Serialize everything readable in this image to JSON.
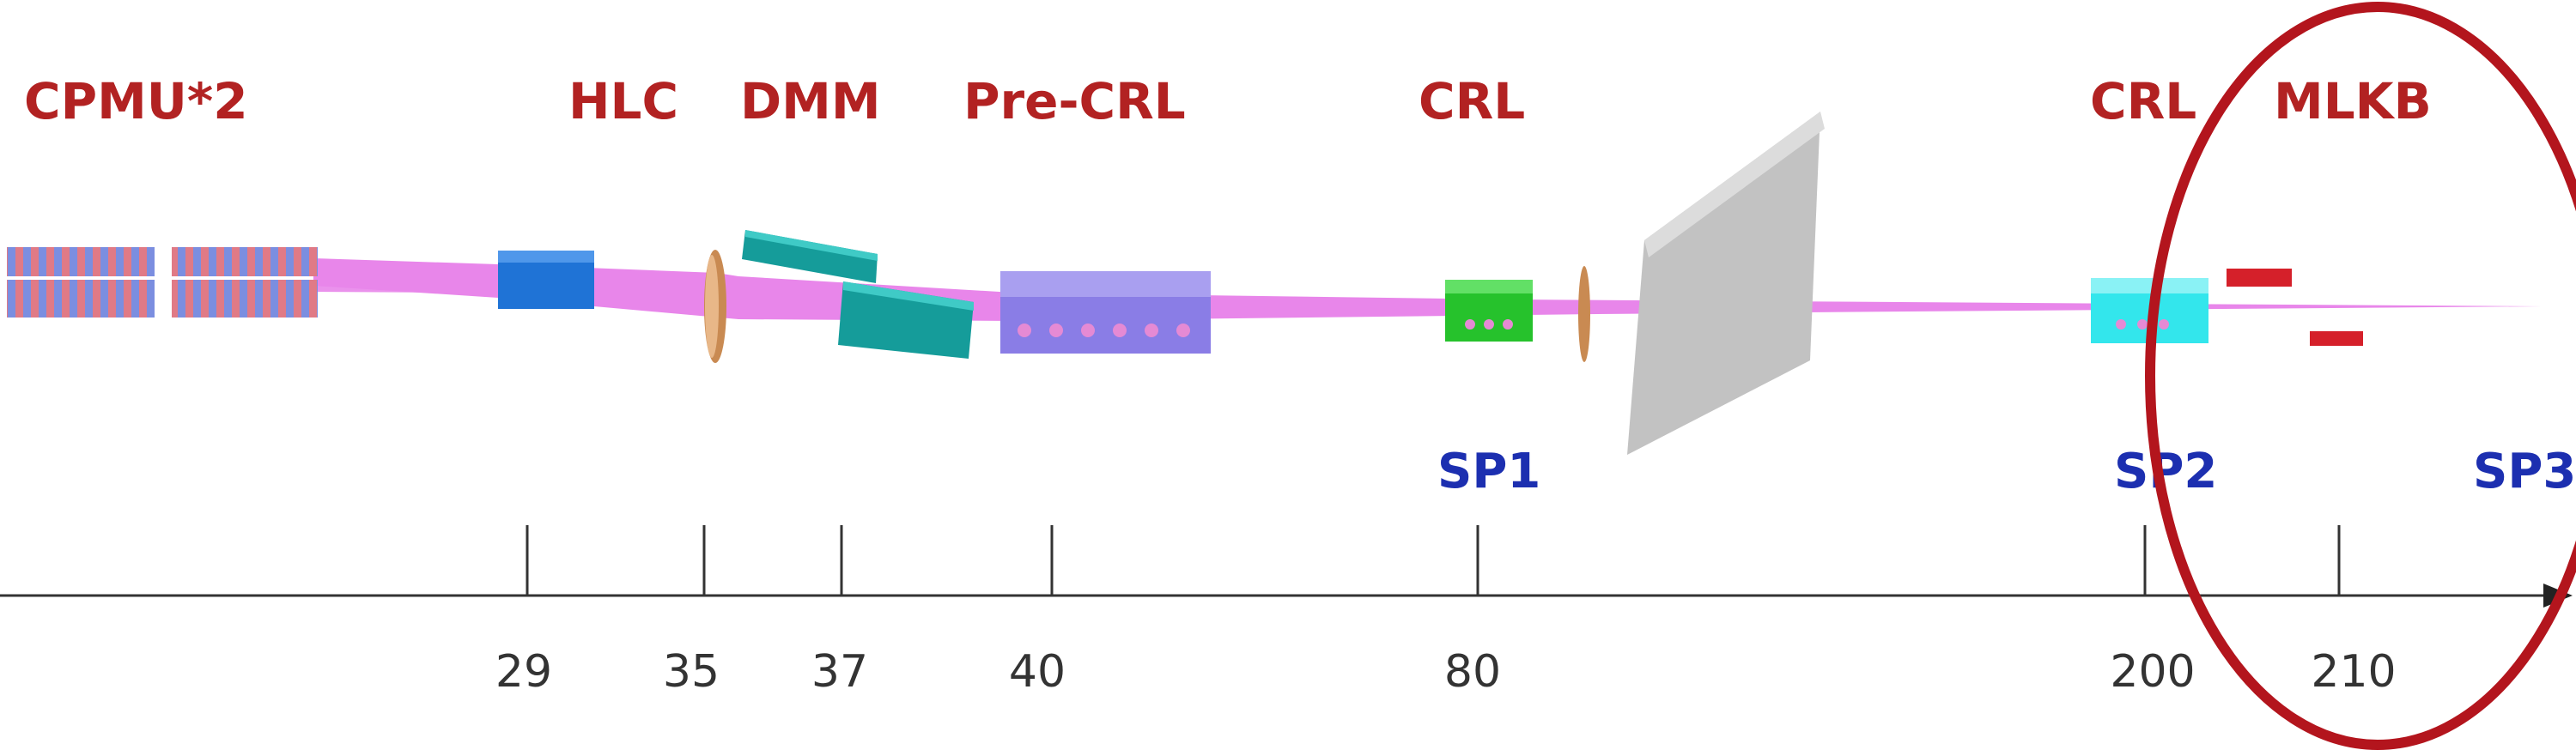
{
  "components": {
    "cpmu": "CPMU*2",
    "hlc": "HLC",
    "dmm": "DMM",
    "pre_crl": "Pre-CRL",
    "crl_1": "CRL",
    "crl_2": "CRL",
    "mlkb": "MLKB"
  },
  "sample_points": {
    "sp1": "SP1",
    "sp2": "SP2",
    "sp3": "SP3"
  },
  "axis_ticks": [
    "29",
    "35",
    "37",
    "40",
    "80",
    "200",
    "210"
  ],
  "colors": {
    "component_label": "#b22222",
    "sample_point_label": "#1c2fb0",
    "beam": "#e886ea",
    "highlight_ellipse": "#b3151d",
    "undulator_stripe_a": "#e07a86",
    "undulator_stripe_b": "#7b8ee0",
    "hlc_block": "#1f73d6",
    "dmm_block": "#159c9a",
    "pre_crl_block": "#8a7de6",
    "crl_block": "#26c22c",
    "crl_2_block": "#33e6ec",
    "mlkb_mirror": "#d5202a",
    "detector_screen": "#c2c2c2",
    "aperture": "#c98a52"
  }
}
